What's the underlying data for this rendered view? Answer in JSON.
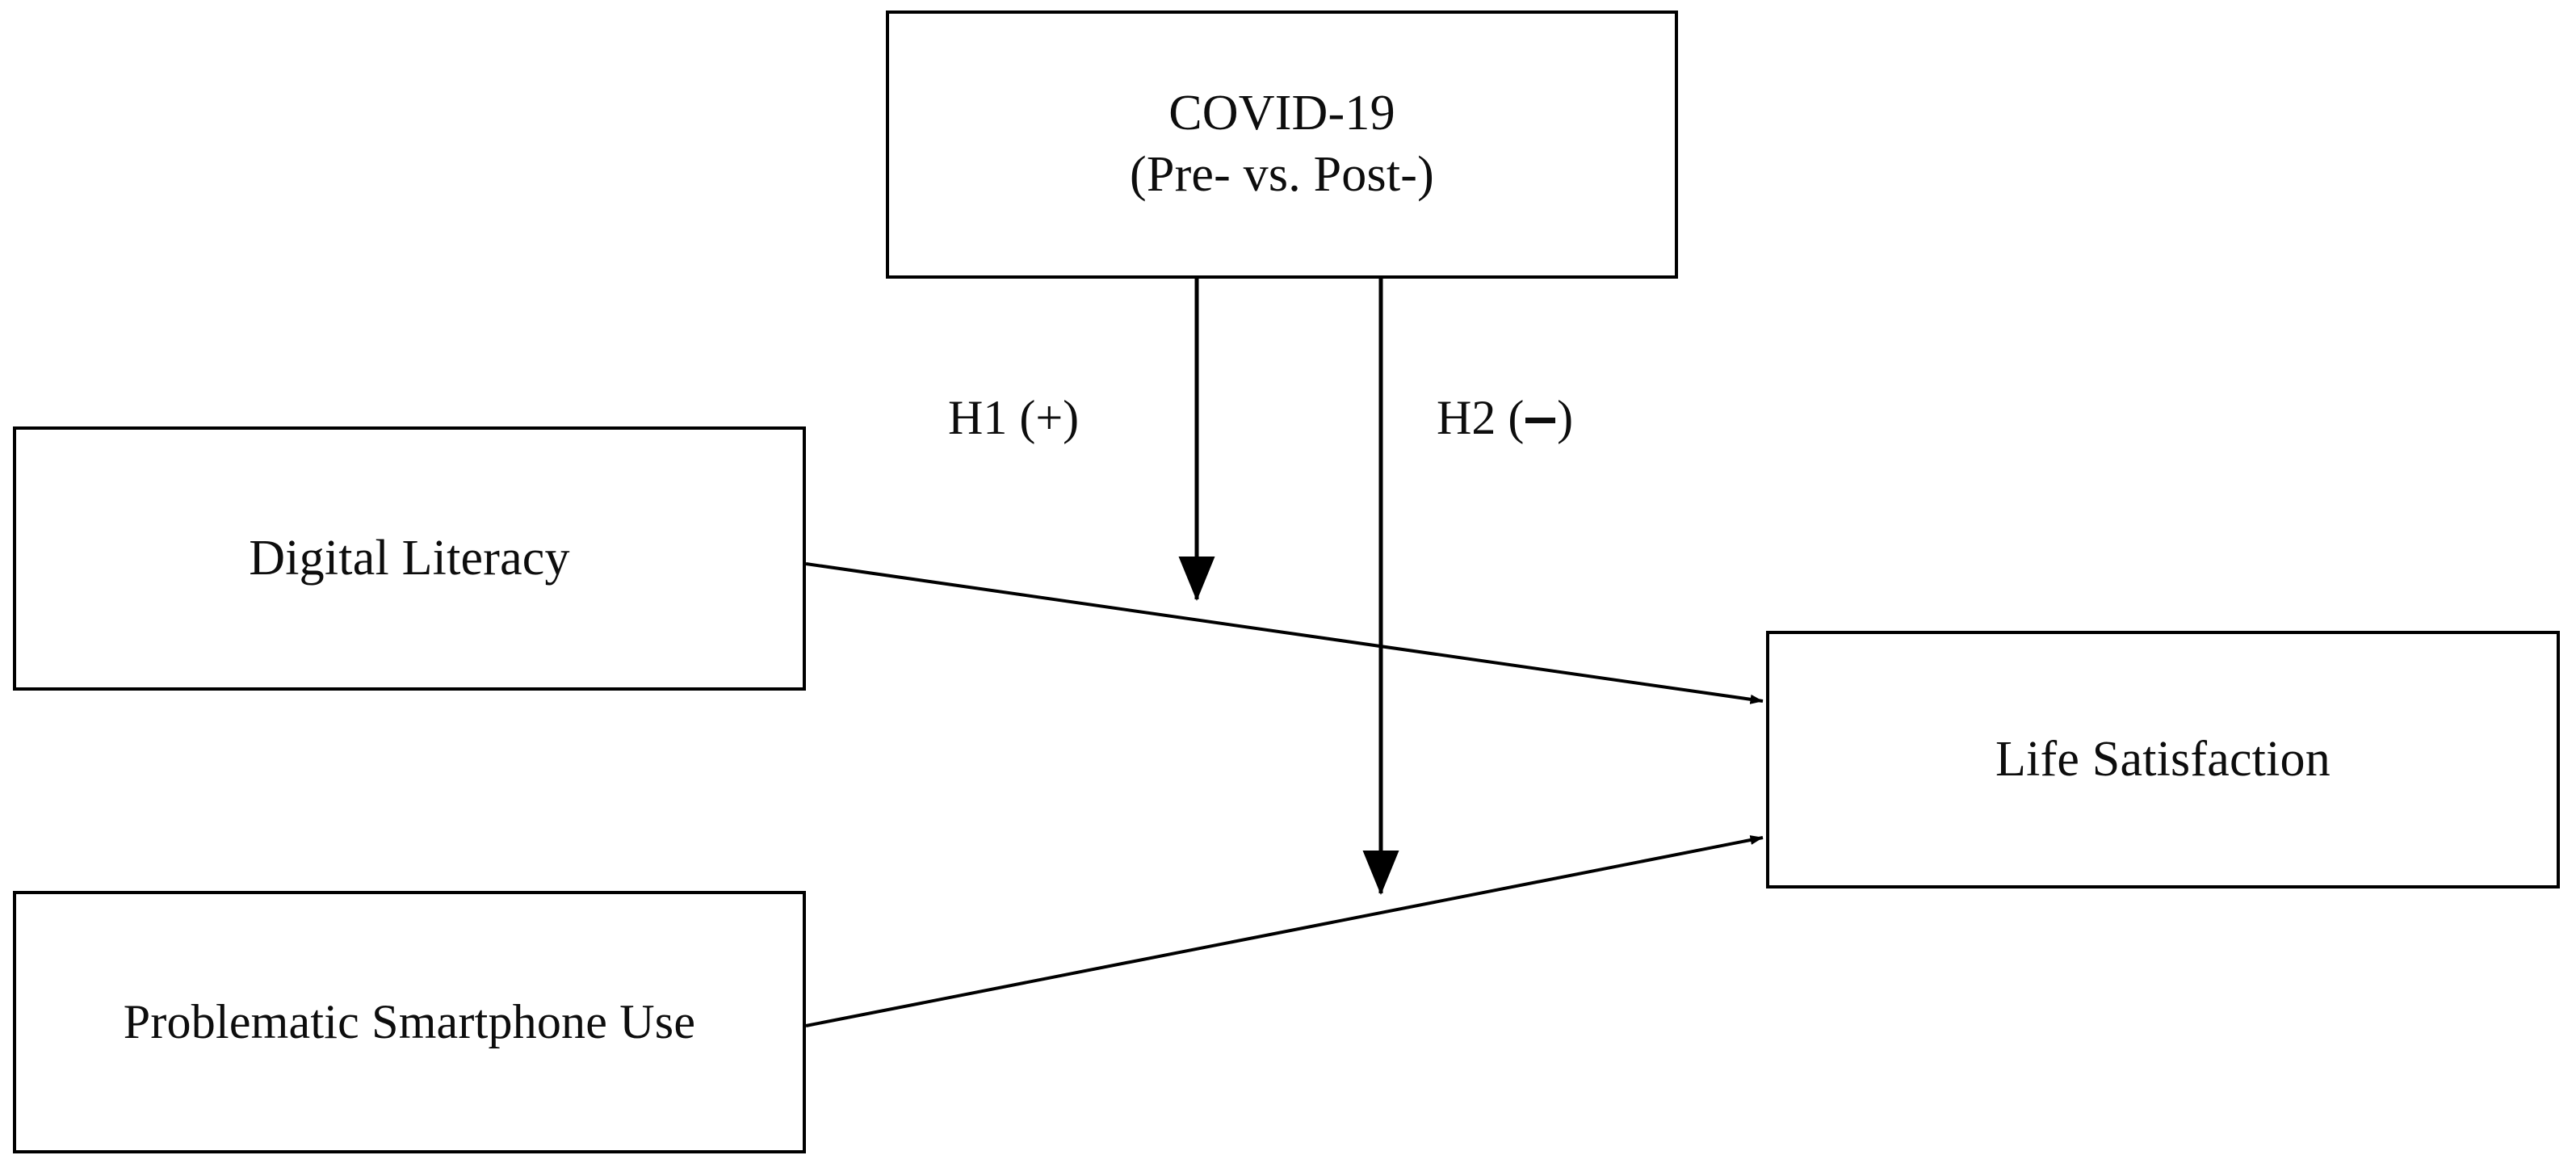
{
  "figure": {
    "type": "conceptual-research-model",
    "background_color": "#ffffff",
    "line_color": "#000000",
    "text_color": "#0d0d0d"
  },
  "nodes": {
    "moderator": {
      "id": "covid-19",
      "label": "COVID-19\n(Pre- vs. Post-)",
      "line1": "COVID-19",
      "line2": "(Pre- vs. Post-)",
      "role": "moderator"
    },
    "predictor_1": {
      "id": "digital-literacy",
      "label": "Digital Literacy",
      "role": "independent-variable"
    },
    "predictor_2": {
      "id": "problematic-smartphone-use",
      "label": "Problematic Smartphone Use",
      "role": "independent-variable"
    },
    "outcome": {
      "id": "life-satisfaction",
      "label": "Life Satisfaction",
      "role": "dependent-variable"
    }
  },
  "paths": [
    {
      "id": "h1",
      "label": "H1 (+)",
      "code": "H1",
      "sign": "+",
      "from": "covid-19",
      "to": "digital-literacy -> life-satisfaction",
      "kind": "moderation"
    },
    {
      "id": "h2",
      "label": "H2 (−)",
      "code": "H2",
      "sign": "−",
      "from": "covid-19",
      "to": "problematic-smartphone-use -> life-satisfaction",
      "kind": "moderation"
    },
    {
      "id": "dl-ls",
      "label": "",
      "from": "digital-literacy",
      "to": "life-satisfaction",
      "kind": "direct-effect"
    },
    {
      "id": "psu-ls",
      "label": "",
      "from": "problematic-smartphone-use",
      "to": "life-satisfaction",
      "kind": "direct-effect"
    }
  ]
}
